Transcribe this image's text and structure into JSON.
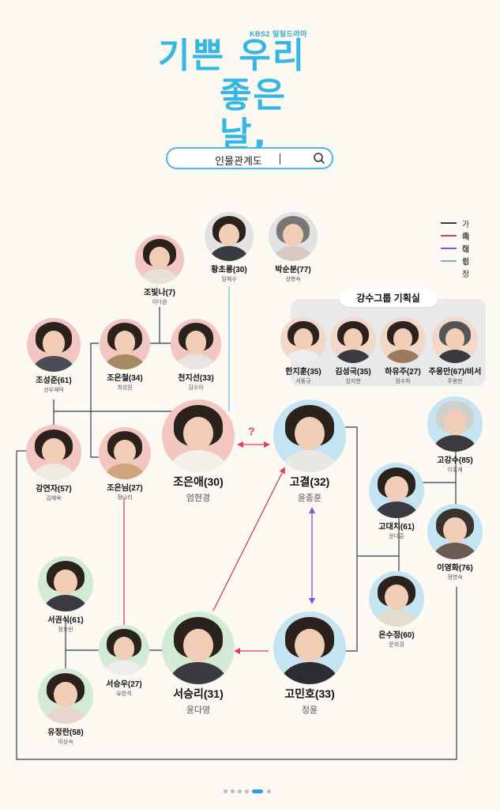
{
  "header": {
    "broadcaster": "KBS2 일일드라마",
    "title_line1": "기쁜 우리",
    "title_line2": "좋은 날,",
    "search_text": "인물관계도"
  },
  "legend": [
    {
      "label": "가족",
      "color": "#2f3e4e"
    },
    {
      "label": "애정",
      "color": "#e8386a"
    },
    {
      "label": "대립",
      "color": "#8a4fd8"
    },
    {
      "label": "우정",
      "color": "#6fb7d9"
    }
  ],
  "group": {
    "title": "강수그룹 기획실"
  },
  "question_mark": "?",
  "people": {
    "hwang_chorong": {
      "name": "황초롱(30)",
      "actor": "임혜수"
    },
    "park_sunbun": {
      "name": "박순분(77)",
      "actor": "성병숙"
    },
    "jo_binna": {
      "name": "조빛나(7)",
      "actor": "이다윤"
    },
    "jo_seongjun": {
      "name": "조성준(61)",
      "actor": "선우재덕"
    },
    "jo_eunchul": {
      "name": "조은철(34)",
      "actor": "최성원"
    },
    "cheon_jiseon": {
      "name": "천지선(33)",
      "actor": "김수아"
    },
    "han_jihun": {
      "name": "한지훈(35)",
      "actor": "서동규"
    },
    "kim_seongguk": {
      "name": "김성국(35)",
      "actor": "임지현"
    },
    "ha_yuju": {
      "name": "하유주(27)",
      "actor": "정수하"
    },
    "ju_yongman": {
      "name": "주용만(67)/비서",
      "actor": "주용만"
    },
    "kang_yeonja": {
      "name": "강연자(57)",
      "actor": "김혜옥"
    },
    "jo_eunnim": {
      "name": "조은님(27)",
      "actor": "정나리"
    },
    "jo_euna": {
      "name": "조은애(30)",
      "actor": "엄현경"
    },
    "go_gyeol": {
      "name": "고결(32)",
      "actor": "윤종훈"
    },
    "go_gangsu": {
      "name": "고강수(85)",
      "actor": "이호재"
    },
    "go_daechi": {
      "name": "고대치(61)",
      "actor": "윤다훈"
    },
    "lee_yeonghwa": {
      "name": "이영화(76)",
      "actor": "정영숙"
    },
    "seo_gwonsik": {
      "name": "서권식(61)",
      "actor": "정호빈"
    },
    "seo_seungu": {
      "name": "서승우(27)",
      "actor": "유찬석"
    },
    "seo_seungri": {
      "name": "서승리(31)",
      "actor": "윤다영"
    },
    "go_minho": {
      "name": "고민호(33)",
      "actor": "정윤"
    },
    "eun_sujeong": {
      "name": "은수정(60)",
      "actor": "문희경"
    },
    "yu_jeongran": {
      "name": "유정란(58)",
      "actor": "이상숙"
    }
  },
  "colors": {
    "family": "#2f3e4e",
    "love": "#e8386a",
    "rival": "#8a4fd8",
    "friend": "#6fb7d9",
    "accent": "#35b6e4"
  },
  "pager": {
    "count": 6,
    "active": 5
  }
}
